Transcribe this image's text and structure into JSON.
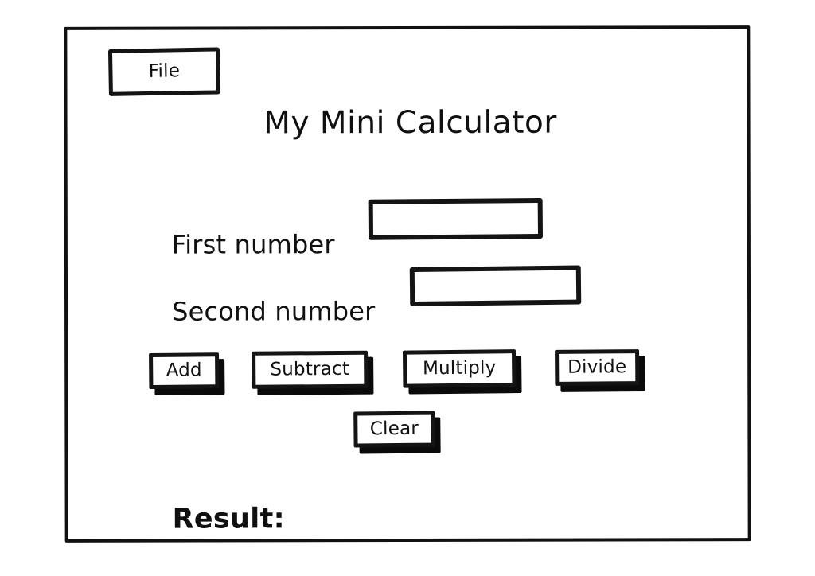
{
  "window": {
    "title": "My Mini Calculator",
    "style": "hand-drawn wireframe",
    "frame_color": "#111111",
    "background_color": "#ffffff"
  },
  "menubar": {
    "items": [
      {
        "label": "File",
        "name": "file-menu-button"
      }
    ]
  },
  "fields": [
    {
      "label": "First number",
      "value": "",
      "placeholder": "",
      "name": "first-number-input"
    },
    {
      "label": "Second number",
      "value": "",
      "placeholder": "",
      "name": "second-number-input"
    }
  ],
  "operation_buttons": [
    {
      "label": "Add",
      "name": "add-button"
    },
    {
      "label": "Subtract",
      "name": "subtract-button"
    },
    {
      "label": "Multiply",
      "name": "multiply-button"
    },
    {
      "label": "Divide",
      "name": "divide-button"
    }
  ],
  "clear_button": {
    "label": "Clear",
    "name": "clear-button"
  },
  "result": {
    "label": "Result:",
    "value": ""
  }
}
